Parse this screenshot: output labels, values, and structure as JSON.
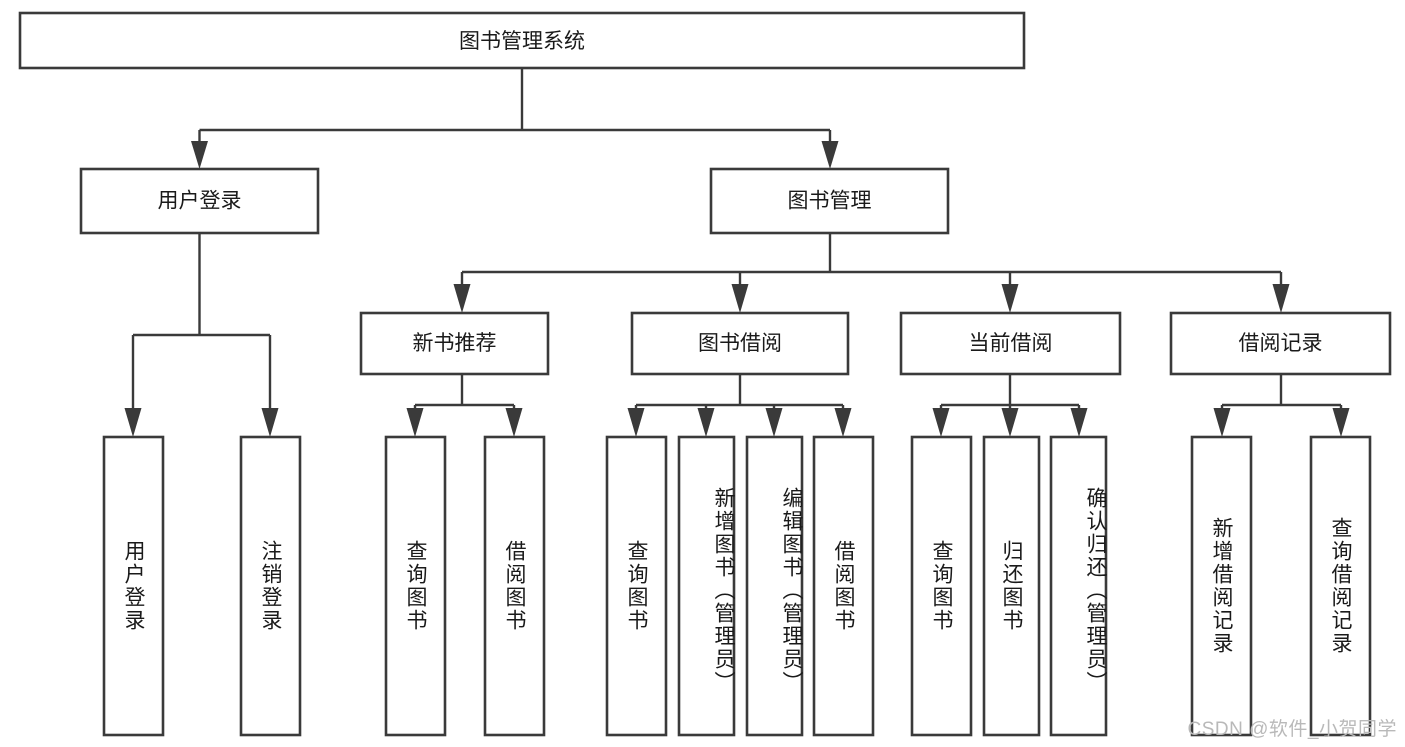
{
  "diagram": {
    "title": "图书管理系统",
    "type": "tree-hierarchy",
    "watermark": "CSDN @软件_小贺同学",
    "colors": {
      "stroke": "#3a3a3a",
      "box_fill": "#ffffff",
      "text": "#1a1a1a",
      "background": "#ffffff",
      "watermark": "#b9b9b9"
    },
    "root": {
      "label": "图书管理系统"
    },
    "level2": [
      {
        "label": "用户登录"
      },
      {
        "label": "图书管理"
      }
    ],
    "level3": [
      {
        "label": "新书推荐"
      },
      {
        "label": "图书借阅"
      },
      {
        "label": "当前借阅"
      },
      {
        "label": "借阅记录"
      }
    ],
    "leaves": {
      "user_login": [
        {
          "label": "用户登录"
        },
        {
          "label": "注销登录"
        }
      ],
      "new_book_recommend": [
        {
          "label": "查询图书"
        },
        {
          "label": "借阅图书"
        }
      ],
      "book_borrow": [
        {
          "label": "查询图书"
        },
        {
          "label": "新增图书（管理员）"
        },
        {
          "label": "编辑图书（管理员）"
        },
        {
          "label": "借阅图书"
        }
      ],
      "current_borrow": [
        {
          "label": "查询图书"
        },
        {
          "label": "归还图书"
        },
        {
          "label": "确认归还（管理员）"
        }
      ],
      "borrow_record": [
        {
          "label": "新增借阅记录"
        },
        {
          "label": "查询借阅记录"
        }
      ]
    }
  }
}
